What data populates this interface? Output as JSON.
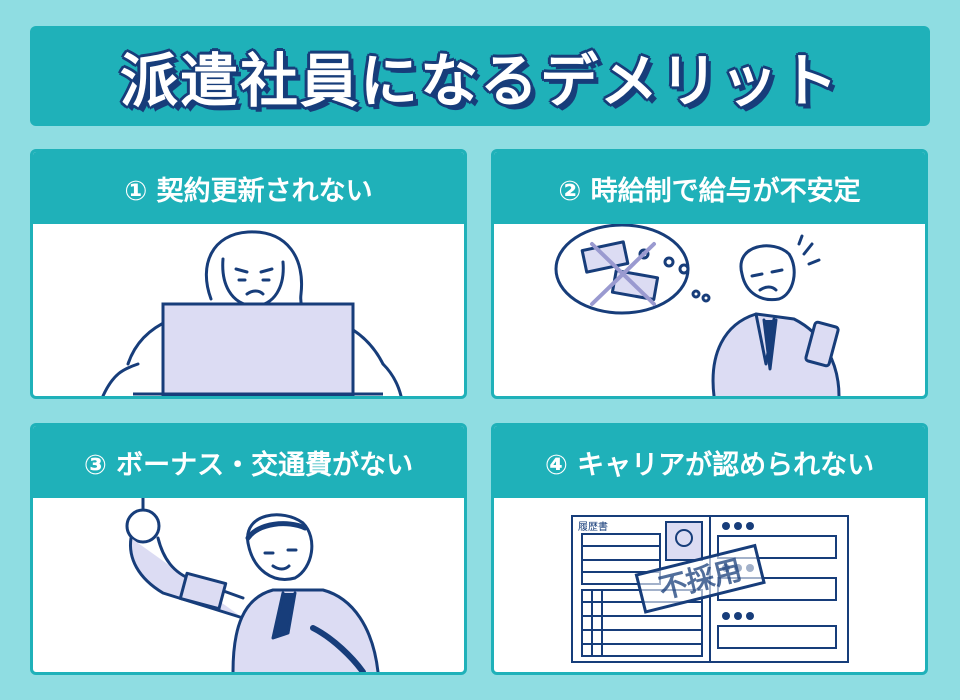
{
  "title": "派遣社員になるデメリット",
  "colors": {
    "background": "#8fdde2",
    "accent": "#1fb1b9",
    "outline": "#173d7a",
    "illustration_fill": "#dcdcf3"
  },
  "cards": [
    {
      "label": "① 契約更新されない",
      "illustration": "worried-woman-laptop"
    },
    {
      "label": "② 時給制で給与が不安定",
      "illustration": "anxious-man-phone-money"
    },
    {
      "label": "③ ボーナス・交通費がない",
      "illustration": "man-commuting-strap"
    },
    {
      "label": "④ キャリアが認められない",
      "illustration": "resume-rejected-stamp"
    }
  ],
  "resume": {
    "heading": "履歴書",
    "stamp": "不採用"
  }
}
